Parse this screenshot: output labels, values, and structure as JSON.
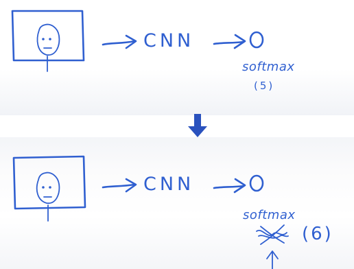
{
  "top_row": {
    "model_label": "CNN",
    "output_label": "softmax",
    "output_count": "(5)"
  },
  "bottom_row": {
    "model_label": "CNN",
    "output_label": "softmax",
    "output_count": "(6)"
  },
  "colors": {
    "ink": "#2f5fd0",
    "transition_arrow": "#2a52be"
  },
  "icons": [
    "face-photo-icon",
    "arrow-right-icon",
    "output-node-icon",
    "down-arrow-icon",
    "crossed-out-icon",
    "up-arrow-icon"
  ]
}
